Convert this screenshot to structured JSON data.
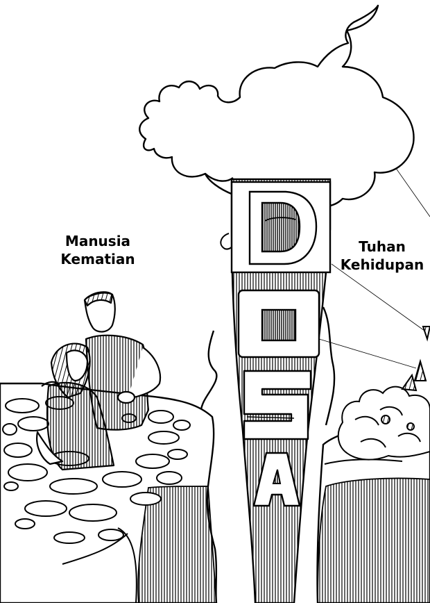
{
  "illustration": {
    "left_caption": {
      "line1": "Manusia",
      "line2": "Kematian"
    },
    "right_caption": {
      "line1": "Tuhan",
      "line2": "Kehidupan"
    },
    "chasm_word": [
      "D",
      "O",
      "S",
      "A"
    ]
  },
  "colors": {
    "ink": "#000000",
    "paper": "#ffffff"
  }
}
